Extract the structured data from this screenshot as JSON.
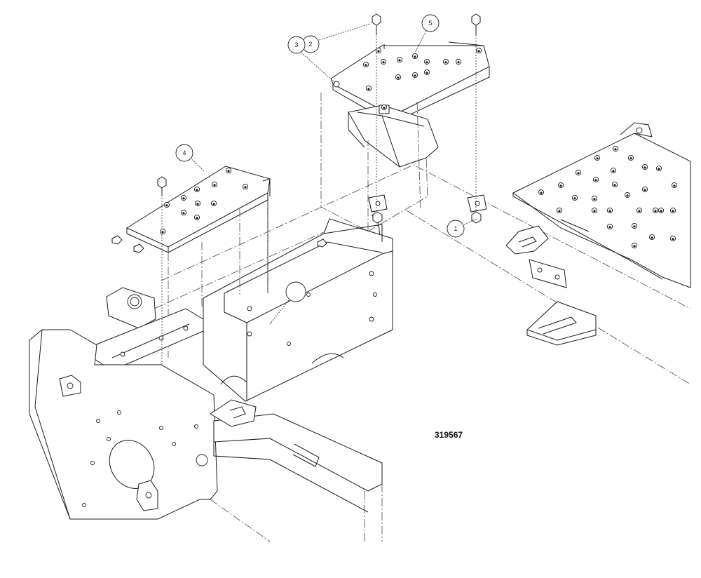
{
  "diagram": {
    "reference_number": "319567",
    "callouts": [
      {
        "id": "callout-1",
        "label": "1"
      },
      {
        "id": "callout-2",
        "label": "2"
      },
      {
        "id": "callout-3",
        "label": "3"
      },
      {
        "id": "callout-4",
        "label": "4"
      },
      {
        "id": "callout-5",
        "label": "5"
      },
      {
        "id": "callout-blank",
        "label": ""
      }
    ]
  }
}
